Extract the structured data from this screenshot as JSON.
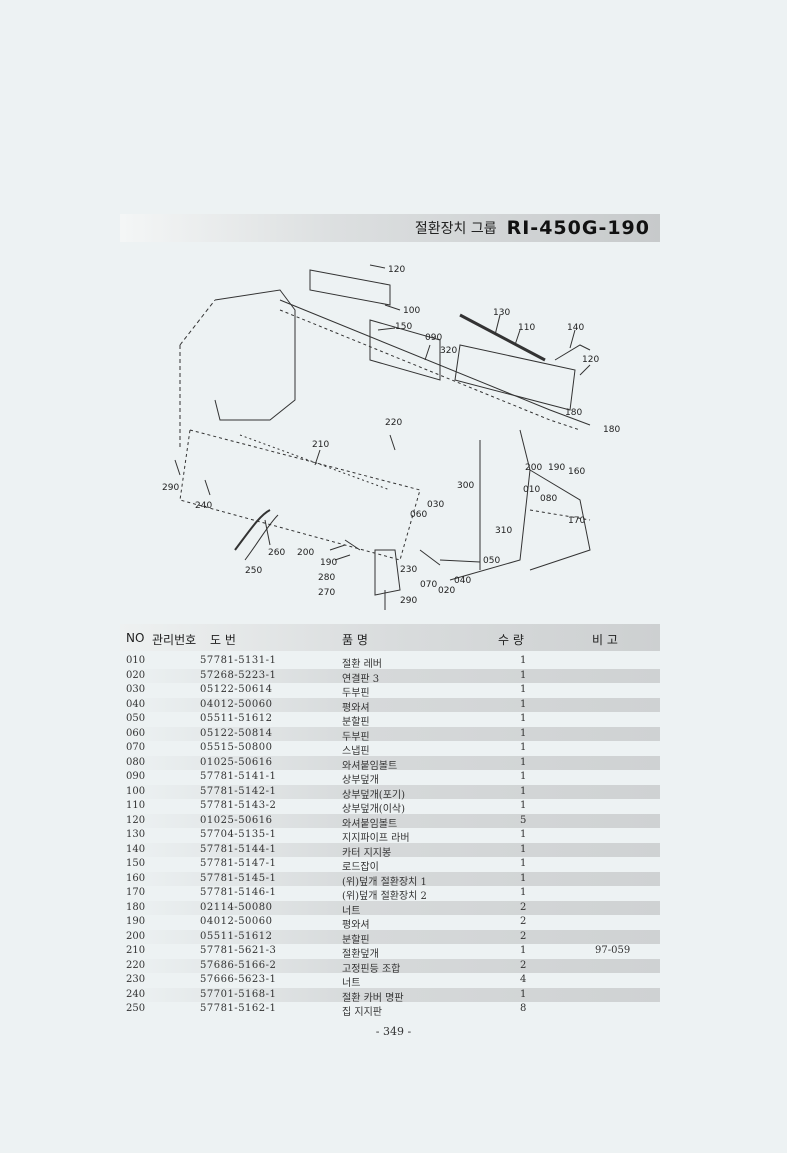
{
  "header": {
    "title": "절환장치 그룹",
    "model": "RI-450G-190"
  },
  "diagram": {
    "callouts": [
      "120",
      "100",
      "150",
      "130",
      "110",
      "140",
      "090",
      "320",
      "120",
      "180",
      "180",
      "220",
      "210",
      "200",
      "190",
      "160",
      "290",
      "300",
      "010",
      "080",
      "240",
      "030",
      "060",
      "310",
      "170",
      "200",
      "190",
      "260",
      "230",
      "050",
      "280",
      "040",
      "070",
      "020",
      "270",
      "290",
      "250"
    ]
  },
  "table": {
    "headers": {
      "no": "NO",
      "mgmt": "관리번호",
      "drawing": "도     번",
      "name": "품          명",
      "qty": "수     량",
      "remark": "비  고"
    },
    "rows": [
      {
        "no": "010",
        "part": "57781-5131-1",
        "name": "절환 레버",
        "qty": "1",
        "remark": ""
      },
      {
        "no": "020",
        "part": "57268-5223-1",
        "name": "연결판 3",
        "qty": "1",
        "remark": ""
      },
      {
        "no": "030",
        "part": "05122-50614",
        "name": "두부핀",
        "qty": "1",
        "remark": ""
      },
      {
        "no": "040",
        "part": "04012-50060",
        "name": "평와셔",
        "qty": "1",
        "remark": ""
      },
      {
        "no": "050",
        "part": "05511-51612",
        "name": "분할핀",
        "qty": "1",
        "remark": ""
      },
      {
        "no": "060",
        "part": "05122-50814",
        "name": "두부핀",
        "qty": "1",
        "remark": ""
      },
      {
        "no": "070",
        "part": "05515-50800",
        "name": "스냅핀",
        "qty": "1",
        "remark": ""
      },
      {
        "no": "080",
        "part": "01025-50616",
        "name": "와셔붙임볼트",
        "qty": "1",
        "remark": ""
      },
      {
        "no": "090",
        "part": "57781-5141-1",
        "name": "상부덮개",
        "qty": "1",
        "remark": ""
      },
      {
        "no": "100",
        "part": "57781-5142-1",
        "name": "상부덮개(포기)",
        "qty": "1",
        "remark": ""
      },
      {
        "no": "110",
        "part": "57781-5143-2",
        "name": "상부덮개(이삭)",
        "qty": "1",
        "remark": ""
      },
      {
        "no": "120",
        "part": "01025-50616",
        "name": "와셔붙임볼트",
        "qty": "5",
        "remark": ""
      },
      {
        "no": "130",
        "part": "57704-5135-1",
        "name": "지지파이프 라버",
        "qty": "1",
        "remark": ""
      },
      {
        "no": "140",
        "part": "57781-5144-1",
        "name": "카터 지지봉",
        "qty": "1",
        "remark": ""
      },
      {
        "no": "150",
        "part": "57781-5147-1",
        "name": "로드잡이",
        "qty": "1",
        "remark": ""
      },
      {
        "no": "160",
        "part": "57781-5145-1",
        "name": "(위)덮개 절환장치 1",
        "qty": "1",
        "remark": ""
      },
      {
        "no": "170",
        "part": "57781-5146-1",
        "name": "(위)덮개 절환장치 2",
        "qty": "1",
        "remark": ""
      },
      {
        "no": "180",
        "part": "02114-50080",
        "name": "너트",
        "qty": "2",
        "remark": ""
      },
      {
        "no": "190",
        "part": "04012-50060",
        "name": "평와셔",
        "qty": "2",
        "remark": ""
      },
      {
        "no": "200",
        "part": "05511-51612",
        "name": "분할핀",
        "qty": "2",
        "remark": ""
      },
      {
        "no": "210",
        "part": "57781-5621-3",
        "name": "절환덮개",
        "qty": "1",
        "remark": "97-059"
      },
      {
        "no": "220",
        "part": "57686-5166-2",
        "name": "고정핀등 조합",
        "qty": "2",
        "remark": ""
      },
      {
        "no": "230",
        "part": "57666-5623-1",
        "name": "너트",
        "qty": "4",
        "remark": ""
      },
      {
        "no": "240",
        "part": "57701-5168-1",
        "name": "절환 카버 명판",
        "qty": "1",
        "remark": ""
      },
      {
        "no": "250",
        "part": "57781-5162-1",
        "name": "집 지지판",
        "qty": "8",
        "remark": ""
      }
    ]
  },
  "footer": {
    "page": "- 349 -"
  }
}
